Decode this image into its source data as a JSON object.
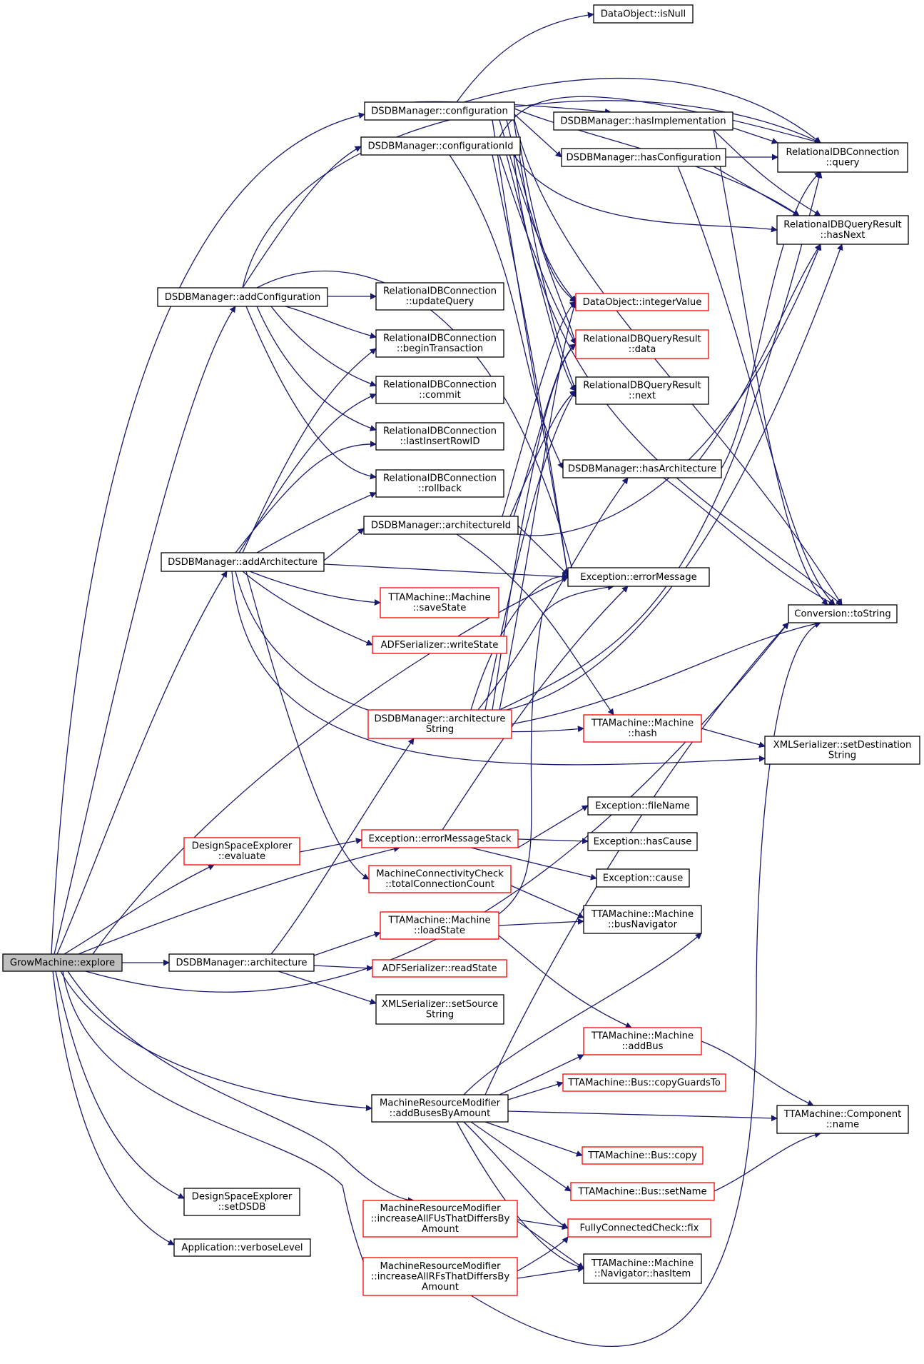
{
  "graph": {
    "colors": {
      "edge": "#191970",
      "node_border_default": "#000000",
      "node_border_incomplete": "#ff0000",
      "root_fill": "#bfbfbf",
      "node_fill": "#ffffff"
    },
    "nodes": [
      {
        "id": "explore",
        "lines": [
          "GrowMachine::explore"
        ],
        "style": "root"
      },
      {
        "id": "addConfiguration",
        "lines": [
          "DSDBManager::addConfiguration"
        ],
        "style": "black"
      },
      {
        "id": "addArchitecture",
        "lines": [
          "DSDBManager::addArchitecture"
        ],
        "style": "black"
      },
      {
        "id": "evaluate",
        "lines": [
          "DesignSpaceExplorer",
          "::evaluate"
        ],
        "style": "red"
      },
      {
        "id": "architecture",
        "lines": [
          "DSDBManager::architecture"
        ],
        "style": "black"
      },
      {
        "id": "addBusesByAmount",
        "lines": [
          "MachineResourceModifier",
          "::addBusesByAmount"
        ],
        "style": "black"
      },
      {
        "id": "setDSDB",
        "lines": [
          "DesignSpaceExplorer",
          "::setDSDB"
        ],
        "style": "black"
      },
      {
        "id": "verboseLevel",
        "lines": [
          "Application::verboseLevel"
        ],
        "style": "black"
      },
      {
        "id": "configuration",
        "lines": [
          "DSDBManager::configuration"
        ],
        "style": "black"
      },
      {
        "id": "configurationId",
        "lines": [
          "DSDBManager::configurationId"
        ],
        "style": "black"
      },
      {
        "id": "updateQuery",
        "lines": [
          "RelationalDBConnection",
          "::updateQuery"
        ],
        "style": "black"
      },
      {
        "id": "beginTransaction",
        "lines": [
          "RelationalDBConnection",
          "::beginTransaction"
        ],
        "style": "black"
      },
      {
        "id": "commit",
        "lines": [
          "RelationalDBConnection",
          "::commit"
        ],
        "style": "black"
      },
      {
        "id": "lastInsertRowID",
        "lines": [
          "RelationalDBConnection",
          "::lastInsertRowID"
        ],
        "style": "black"
      },
      {
        "id": "rollback",
        "lines": [
          "RelationalDBConnection",
          "::rollback"
        ],
        "style": "black"
      },
      {
        "id": "architectureId",
        "lines": [
          "DSDBManager::architectureId"
        ],
        "style": "black"
      },
      {
        "id": "saveState",
        "lines": [
          "TTAMachine::Machine",
          "::saveState"
        ],
        "style": "red"
      },
      {
        "id": "writeState",
        "lines": [
          "ADFSerializer::writeState"
        ],
        "style": "red"
      },
      {
        "id": "architectureString",
        "lines": [
          "DSDBManager::architecture",
          "String"
        ],
        "style": "red"
      },
      {
        "id": "errorMessageStack",
        "lines": [
          "Exception::errorMessageStack"
        ],
        "style": "red"
      },
      {
        "id": "totalConnectionCount",
        "lines": [
          "MachineConnectivityCheck",
          "::totalConnectionCount"
        ],
        "style": "red"
      },
      {
        "id": "loadState",
        "lines": [
          "TTAMachine::Machine",
          "::loadState"
        ],
        "style": "red"
      },
      {
        "id": "readState",
        "lines": [
          "ADFSerializer::readState"
        ],
        "style": "red"
      },
      {
        "id": "setSourceString",
        "lines": [
          "XMLSerializer::setSource",
          "String"
        ],
        "style": "black"
      },
      {
        "id": "increaseAllFUs",
        "lines": [
          "MachineResourceModifier",
          "::increaseAllFUsThatDiffersBy",
          "Amount"
        ],
        "style": "red"
      },
      {
        "id": "increaseAllRFs",
        "lines": [
          "MachineResourceModifier",
          "::increaseAllRFsThatDiffersBy",
          "Amount"
        ],
        "style": "red"
      },
      {
        "id": "isNull",
        "lines": [
          "DataObject::isNull"
        ],
        "style": "black"
      },
      {
        "id": "hasImplementation",
        "lines": [
          "DSDBManager::hasImplementation"
        ],
        "style": "black"
      },
      {
        "id": "hasConfiguration",
        "lines": [
          "DSDBManager::hasConfiguration"
        ],
        "style": "black"
      },
      {
        "id": "integerValue",
        "lines": [
          "DataObject::integerValue"
        ],
        "style": "red"
      },
      {
        "id": "qrData",
        "lines": [
          "RelationalDBQueryResult",
          "::data"
        ],
        "style": "red"
      },
      {
        "id": "qrNext",
        "lines": [
          "RelationalDBQueryResult",
          "::next"
        ],
        "style": "black"
      },
      {
        "id": "hasArchitecture",
        "lines": [
          "DSDBManager::hasArchitecture"
        ],
        "style": "black"
      },
      {
        "id": "errorMessage",
        "lines": [
          "Exception::errorMessage"
        ],
        "style": "black"
      },
      {
        "id": "machineHash",
        "lines": [
          "TTAMachine::Machine",
          "::hash"
        ],
        "style": "red"
      },
      {
        "id": "fileName",
        "lines": [
          "Exception::fileName"
        ],
        "style": "black"
      },
      {
        "id": "hasCause",
        "lines": [
          "Exception::hasCause"
        ],
        "style": "black"
      },
      {
        "id": "cause",
        "lines": [
          "Exception::cause"
        ],
        "style": "black"
      },
      {
        "id": "busNavigator",
        "lines": [
          "TTAMachine::Machine",
          "::busNavigator"
        ],
        "style": "black"
      },
      {
        "id": "addBus",
        "lines": [
          "TTAMachine::Machine",
          "::addBus"
        ],
        "style": "red"
      },
      {
        "id": "copyGuardsTo",
        "lines": [
          "TTAMachine::Bus::copyGuardsTo"
        ],
        "style": "red"
      },
      {
        "id": "busCopy",
        "lines": [
          "TTAMachine::Bus::copy"
        ],
        "style": "red"
      },
      {
        "id": "busSetName",
        "lines": [
          "TTAMachine::Bus::setName"
        ],
        "style": "red"
      },
      {
        "id": "fcFix",
        "lines": [
          "FullyConnectedCheck::fix"
        ],
        "style": "red"
      },
      {
        "id": "navHasItem",
        "lines": [
          "TTAMachine::Machine",
          "::Navigator::hasItem"
        ],
        "style": "black"
      },
      {
        "id": "query",
        "lines": [
          "RelationalDBConnection",
          "::query"
        ],
        "style": "black"
      },
      {
        "id": "hasNext",
        "lines": [
          "RelationalDBQueryResult",
          "::hasNext"
        ],
        "style": "black"
      },
      {
        "id": "toString",
        "lines": [
          "Conversion::toString"
        ],
        "style": "black"
      },
      {
        "id": "setDestinationString",
        "lines": [
          "XMLSerializer::setDestination",
          "String"
        ],
        "style": "black"
      },
      {
        "id": "componentName",
        "lines": [
          "TTAMachine::Component",
          "::name"
        ],
        "style": "black"
      }
    ]
  }
}
